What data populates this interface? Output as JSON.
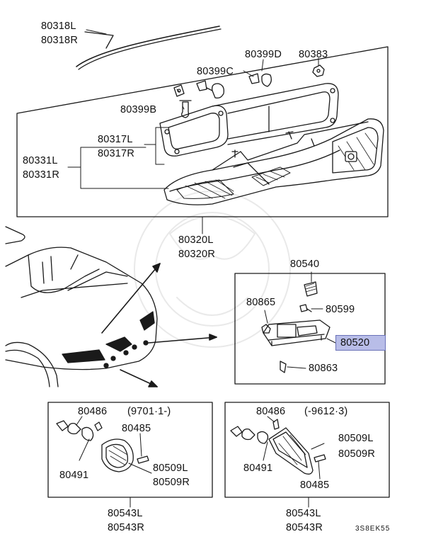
{
  "labels": {
    "p80318": "80318L",
    "p80318r": "80318R",
    "p80399d": "80399D",
    "p80383": "80383",
    "p80399c": "80399C",
    "p80399b": "80399B",
    "p80317l": "80317L",
    "p80317r": "80317R",
    "p80331l": "80331L",
    "p80331r": "80331R",
    "p80320l": "80320L",
    "p80320r": "80320R",
    "p80540": "80540",
    "p80865": "80865",
    "p80599": "80599",
    "p80520": "80520",
    "p80863": "80863",
    "p80486a": "80486",
    "date_a": "(9701·1-)",
    "p80485a": "80485",
    "p80491a": "80491",
    "p80509la": "80509L",
    "p80509ra": "80509R",
    "p80543la": "80543L",
    "p80543ra": "80543R",
    "p80486b": "80486",
    "date_b": "(-9612·3)",
    "p80509lb": "80509L",
    "p80509rb": "80509R",
    "p80491b": "80491",
    "p80485b": "80485",
    "p80543lb": "80543L",
    "p80543rb": "80543R",
    "diagram_code": "3S8EK55"
  },
  "colors": {
    "line": "#1a1a1a",
    "highlight_fill": "#b8bde8",
    "highlight_border": "#6a72b8"
  }
}
